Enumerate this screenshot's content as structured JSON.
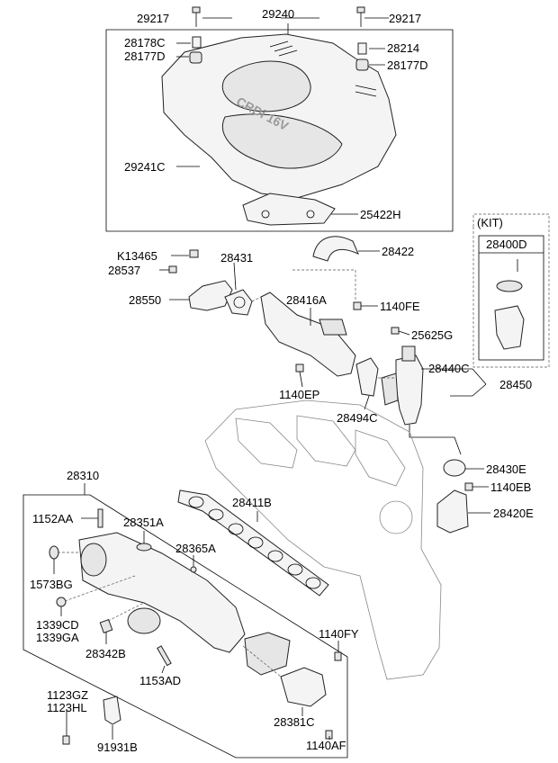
{
  "labels": {
    "l29217a": "29217",
    "l29240": "29240",
    "l29217b": "29217",
    "l28178C": "28178C",
    "l28177Da": "28177D",
    "l28214": "28214",
    "l28177Db": "28177D",
    "l29241C": "29241C",
    "l25422H": "25422H",
    "kit": "(KIT)",
    "l28400D": "28400D",
    "lK13465": "K13465",
    "l28537": "28537",
    "l28431": "28431",
    "l28422": "28422",
    "l28550": "28550",
    "l28416A": "28416A",
    "l1140FE": "1140FE",
    "l25625G": "25625G",
    "l28440C": "28440C",
    "l28450": "28450",
    "l1140EP": "1140EP",
    "l28494C": "28494C",
    "l28430E": "28430E",
    "l1140EB": "1140EB",
    "l28420E": "28420E",
    "l28310": "28310",
    "l28411B": "28411B",
    "l1152AA": "1152AA",
    "l28351A": "28351A",
    "l28365A": "28365A",
    "l1573BG": "1573BG",
    "l1339CD": "1339CD",
    "l1339GA": "1339GA",
    "l28342B": "28342B",
    "l1153AD": "1153AD",
    "l1140FY": "1140FY",
    "l1123GZ": "1123GZ",
    "l1123HL": "1123HL",
    "l28381C": "28381C",
    "l91931B": "91931B",
    "l1140AF": "1140AF",
    "cover_text": "CRDi 16V"
  }
}
